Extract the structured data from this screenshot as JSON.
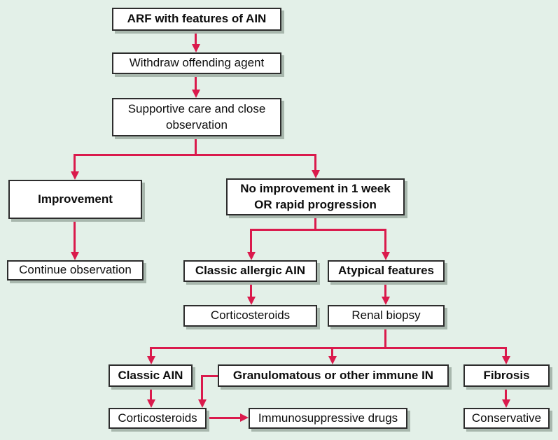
{
  "diagram": {
    "type": "flowchart",
    "topic": "Management algorithm for acute renal failure with features of acute interstitial nephritis",
    "colors": {
      "background": "#e3f0e8",
      "arrow": "#da1a4c",
      "box_fill": "#ffffff",
      "box_border": "#2d2d2d",
      "box_shadow": "#a8b7ad",
      "text": "#0d0d0d"
    },
    "nodes": {
      "arf": {
        "label": "ARF with features of AIN",
        "emphasis": "bold"
      },
      "withdraw": {
        "label": "Withdraw offending agent",
        "emphasis": "normal"
      },
      "supportive": {
        "label": "Supportive care and close observation",
        "emphasis": "normal"
      },
      "improvement": {
        "label": "Improvement",
        "emphasis": "bold"
      },
      "no_improvement": {
        "label": "No improvement in 1 week OR rapid progression",
        "emphasis": "bold"
      },
      "continue_observation": {
        "label": "Continue observation",
        "emphasis": "normal"
      },
      "classic_allergic_ain": {
        "label": "Classic allergic AIN",
        "emphasis": "bold"
      },
      "atypical_features": {
        "label": "Atypical features",
        "emphasis": "bold"
      },
      "corticosteroids_1": {
        "label": "Corticosteroids",
        "emphasis": "normal"
      },
      "renal_biopsy": {
        "label": "Renal biopsy",
        "emphasis": "normal"
      },
      "classic_ain": {
        "label": "Classic AIN",
        "emphasis": "bold"
      },
      "granulomatous": {
        "label": "Granulomatous or other immune IN",
        "emphasis": "bold"
      },
      "fibrosis": {
        "label": "Fibrosis",
        "emphasis": "bold"
      },
      "corticosteroids_2": {
        "label": "Corticosteroids",
        "emphasis": "normal"
      },
      "immunosuppressive": {
        "label": "Immunosuppressive drugs",
        "emphasis": "normal"
      },
      "conservative": {
        "label": "Conservative",
        "emphasis": "normal"
      }
    },
    "edges": [
      {
        "from": "arf",
        "to": "withdraw"
      },
      {
        "from": "withdraw",
        "to": "supportive"
      },
      {
        "from": "supportive",
        "to": "improvement"
      },
      {
        "from": "supportive",
        "to": "no_improvement"
      },
      {
        "from": "improvement",
        "to": "continue_observation"
      },
      {
        "from": "no_improvement",
        "to": "classic_allergic_ain"
      },
      {
        "from": "no_improvement",
        "to": "atypical_features"
      },
      {
        "from": "classic_allergic_ain",
        "to": "corticosteroids_1"
      },
      {
        "from": "atypical_features",
        "to": "renal_biopsy"
      },
      {
        "from": "renal_biopsy",
        "to": "classic_ain"
      },
      {
        "from": "renal_biopsy",
        "to": "granulomatous"
      },
      {
        "from": "renal_biopsy",
        "to": "fibrosis"
      },
      {
        "from": "classic_ain",
        "to": "corticosteroids_2"
      },
      {
        "from": "granulomatous",
        "to": "corticosteroids_2"
      },
      {
        "from": "fibrosis",
        "to": "conservative"
      },
      {
        "from": "corticosteroids_2",
        "to": "immunosuppressive"
      }
    ]
  }
}
